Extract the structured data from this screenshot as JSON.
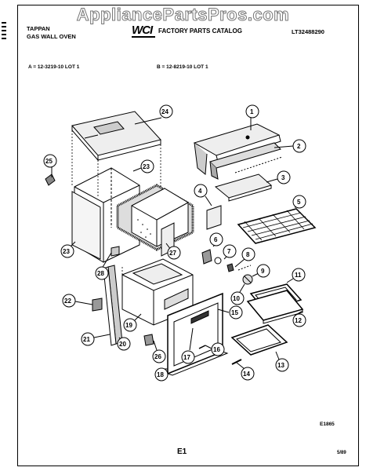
{
  "watermark": "AppliancePartsPros.com",
  "header": {
    "brand": "TAPPAN",
    "product": "GAS WALL OVEN",
    "logo": "WCI",
    "catalog_title": "FACTORY PARTS CATALOG",
    "document_number": "LT32488290"
  },
  "lots": {
    "a": "A = 12-3219-10 LOT 1",
    "b": "B = 12-8219-10 LOT 1"
  },
  "callouts": [
    "1",
    "2",
    "3",
    "4",
    "5",
    "6",
    "7",
    "8",
    "9",
    "10",
    "11",
    "12",
    "13",
    "14",
    "15",
    "16",
    "17",
    "18",
    "19",
    "20",
    "21",
    "22",
    "23",
    "24",
    "25",
    "26",
    "27",
    "23",
    "28"
  ],
  "footer": {
    "figure_id": "E1865",
    "page": "E1",
    "date": "5/89"
  }
}
